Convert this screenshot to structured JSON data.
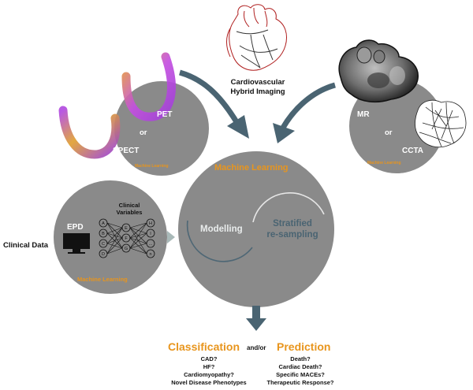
{
  "colors": {
    "circle_gray": "#8a8a8a",
    "arrow_slate": "#4a6472",
    "accent_orange": "#e8951d",
    "arc_line": "#4e6775"
  },
  "top": {
    "imaging_label_line1": "Cardiovascular",
    "imaging_label_line2": "Hybrid Imaging",
    "icon": "heart-sketch-icon"
  },
  "pet_circle": {
    "pet": "PET",
    "or": "or",
    "spect": "SPECT",
    "ml": "Machine Learning",
    "icon": "myocardial-perfusion-icon"
  },
  "mr_circle": {
    "mr": "MR",
    "or": "or",
    "ccta": "CCTA",
    "ml": "Machine Learning",
    "icon": "cardiac-mri-icon"
  },
  "clinical_circle": {
    "side_label": "Clinical Data",
    "epd": "EPD",
    "variables_line1": "Clinical",
    "variables_line2": "Variables",
    "ml": "Machine Learning",
    "nodes_left": [
      "A",
      "B",
      "C",
      "D"
    ],
    "nodes_middle": [
      "E",
      "F",
      "G"
    ],
    "nodes_right": [
      "H",
      "I",
      "...",
      "n"
    ],
    "icon": "monitor-icon"
  },
  "main_circle": {
    "title": "Machine Learning",
    "modelling": "Modelling",
    "stratified_line1": "Stratified",
    "stratified_line2": "re-sampling"
  },
  "outcomes": {
    "classification_title": "Classification",
    "andor": "and/or",
    "prediction_title": "Prediction",
    "classification_items": [
      "CAD?",
      "HF?",
      "Cardiomyopathy?",
      "Novel Disease Phenotypes"
    ],
    "prediction_items": [
      "Death?",
      "Cardiac Death?",
      "Specific MACEs?",
      "Therapeutic Response?"
    ]
  }
}
